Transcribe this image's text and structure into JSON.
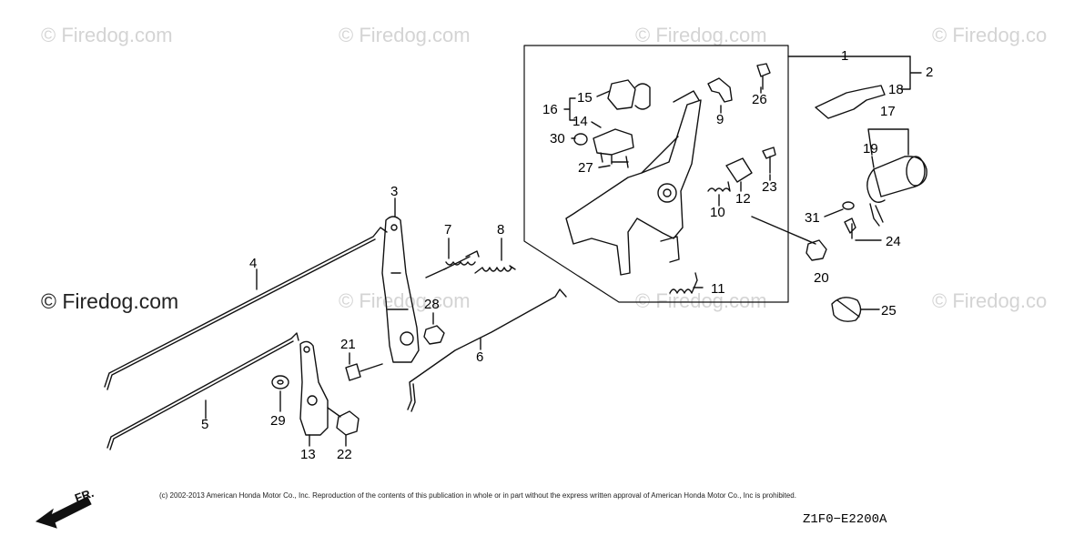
{
  "watermarks": [
    {
      "text": "© Firedog.com"
    },
    {
      "text": "© Firedog.com"
    },
    {
      "text": "© Firedog.com"
    },
    {
      "text": "© Firedog.co"
    },
    {
      "text": "© Firedog.com"
    },
    {
      "text": "© Firedog.com"
    },
    {
      "text": "© Firedog.com"
    },
    {
      "text": "© Firedog.co"
    }
  ],
  "callouts": [
    "1",
    "2",
    "3",
    "4",
    "5",
    "6",
    "7",
    "8",
    "9",
    "10",
    "11",
    "12",
    "13",
    "14",
    "15",
    "16",
    "17",
    "18",
    "19",
    "20",
    "21",
    "22",
    "23",
    "24",
    "25",
    "26",
    "27",
    "28",
    "29",
    "30",
    "31"
  ],
  "front_label": "FR.",
  "copyright": "(c) 2002-2013 American Honda Motor Co., Inc. Reproduction of the contents of this publication in whole or in part without the express written approval of American Honda Motor Co., Inc is prohibited.",
  "diagram_code": "Z1F0−E2200A",
  "colors": {
    "line": "#111111",
    "watermark": "#d4d4d4"
  }
}
